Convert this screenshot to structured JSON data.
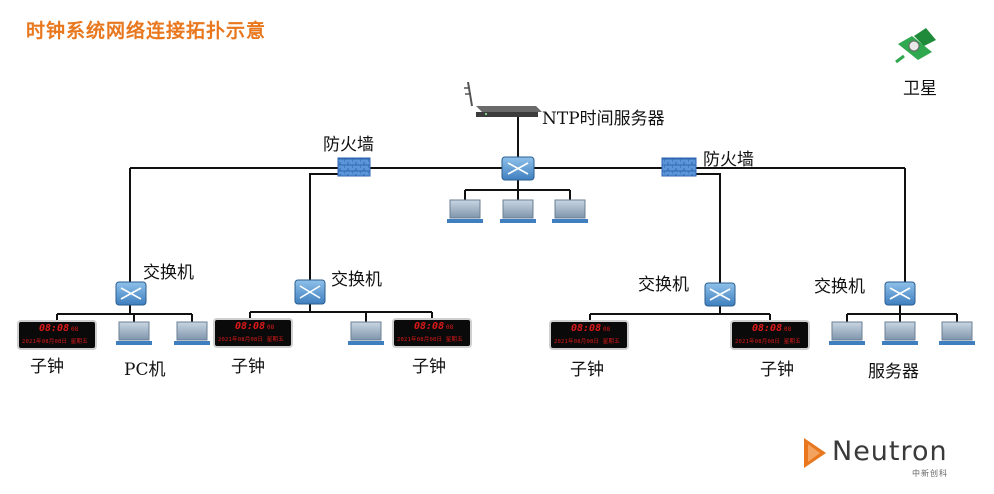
{
  "title": "时钟系统网络连接拓扑示意",
  "satellite_label": "卫星",
  "ntp_label": "NTP时间服务器",
  "firewall_label_left": "防火墙",
  "firewall_label_right": "防火墙",
  "switch_labels": [
    "交换机",
    "交换机",
    "交换机",
    "交换机"
  ],
  "device_labels": {
    "clock_1": "子钟",
    "pc": "PC机",
    "clock_2": "子钟",
    "clock_3": "子钟",
    "clock_4": "子钟",
    "clock_5": "子钟",
    "servers": "服务器"
  },
  "clock_display": {
    "time": "08:08",
    "seconds": "08",
    "date": "2021年08月08日 星期五"
  },
  "brand": {
    "name": "Neutron",
    "sub": "中新创科",
    "accent": "#e8771e"
  },
  "colors": {
    "title": "#e8771e",
    "switch": "#5b9bd5",
    "firewall": "#4a86d6",
    "line": "#111111",
    "led": "#e01919"
  }
}
